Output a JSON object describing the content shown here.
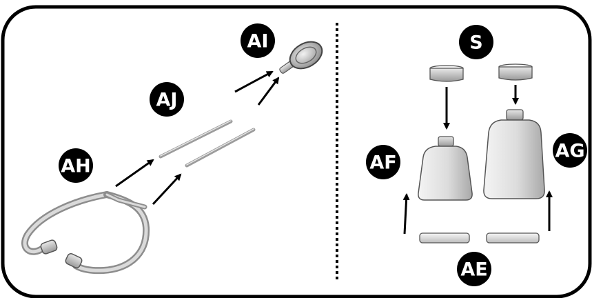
{
  "labels": {
    "ai": "AI",
    "aj": "AJ",
    "ah": "AH",
    "s": "S",
    "af": "AF",
    "ag": "AG",
    "ae": "AE"
  },
  "colors": {
    "outline": "#000000",
    "badge_fill": "#000000",
    "badge_text": "#ffffff",
    "part_gray": "#d0d0d0"
  }
}
